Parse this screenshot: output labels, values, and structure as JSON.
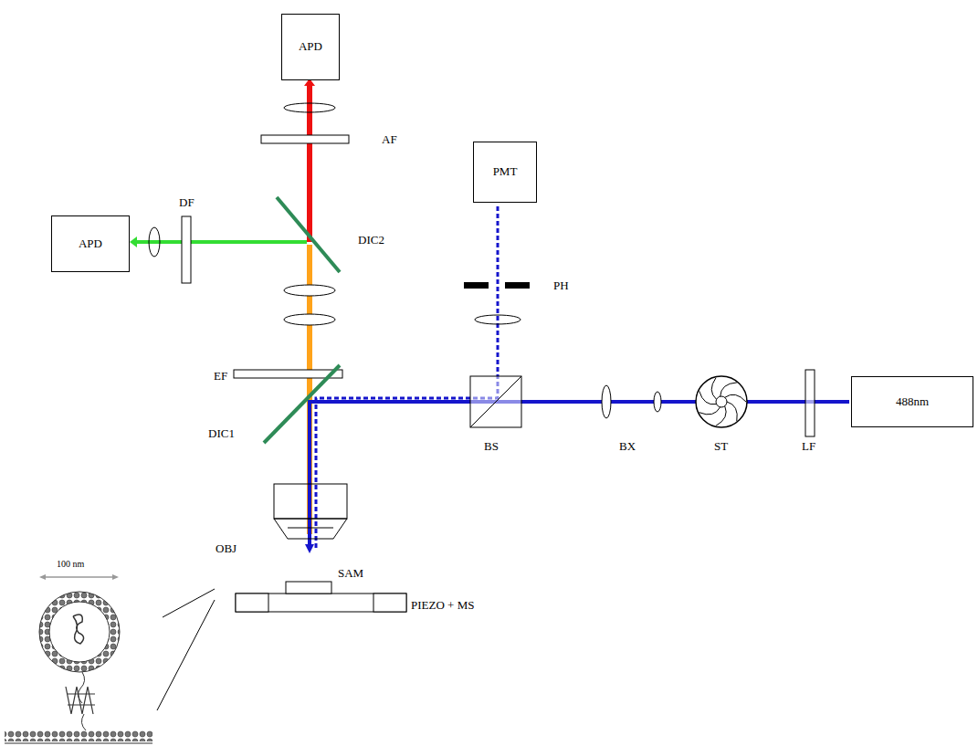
{
  "diagram": {
    "nodes": [
      {
        "text": [
          "APD"
        ]
      },
      {
        "text": [
          "APD"
        ]
      },
      {
        "text": [
          "PMT"
        ]
      },
      {
        "text": [
          "488nm"
        ]
      }
    ],
    "labels": [
      "AF",
      "DF",
      "DIC2",
      "PH",
      "EF",
      "DIC1",
      "BS",
      "BX",
      "ST",
      "LF",
      "OBJ",
      "SAM",
      "PIEZO + MS",
      "100 nm"
    ]
  }
}
